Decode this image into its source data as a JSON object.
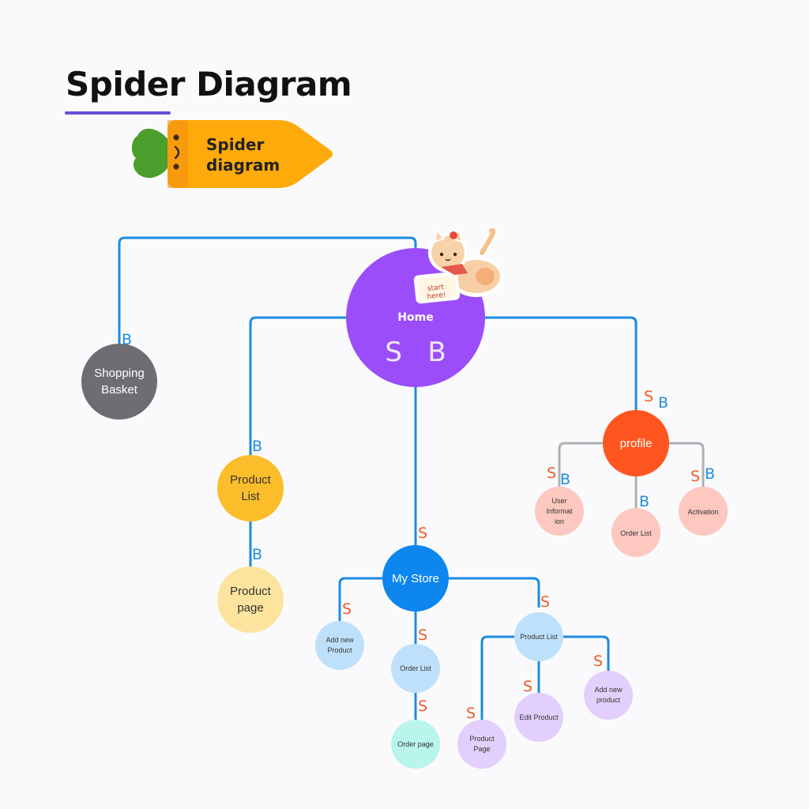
{
  "page": {
    "title": "Spider Diagram"
  },
  "tag": {
    "line1": "Spider",
    "line2": "diagram"
  },
  "sticker": {
    "line1": "start",
    "line2": "here!"
  },
  "colors": {
    "blue_line": "#1c8be0",
    "gray_line": "#b0b0b4",
    "s_mark": "#f05a28",
    "b_mark": "#1f8de0",
    "home": "#9b4dfa",
    "shopping": "#6f6d72",
    "product_list": "#fbbd29",
    "product_page": "#fde49e",
    "profile": "#ff5520",
    "profile_child": "#fcc8c0",
    "mystore": "#0d86ee",
    "store_child": "#bfe0fb",
    "order_page": "#b9f5ec",
    "purple_child": "#e2cffb"
  },
  "nodes": [
    {
      "id": "home",
      "label": "Home",
      "extra": "S   B",
      "color": "#9b4dfa",
      "text_color": "#ffffff"
    },
    {
      "id": "shopping",
      "label": "Shopping Basket",
      "color": "#6f6d72",
      "text_color": "#ffffff"
    },
    {
      "id": "product-list",
      "label": "Product List",
      "color": "#fbbd29",
      "text_color": "#333333"
    },
    {
      "id": "product-page",
      "label": "Product page",
      "color": "#fde49e",
      "text_color": "#333333"
    },
    {
      "id": "my-store",
      "label": "My Store",
      "color": "#0d86ee",
      "text_color": "#ffffff"
    },
    {
      "id": "add-new-product",
      "label": "Add new Product",
      "color": "#bfe0fb",
      "text_color": "#333333"
    },
    {
      "id": "order-list",
      "label": "Order List",
      "color": "#bfe0fb",
      "text_color": "#333333"
    },
    {
      "id": "order-page",
      "label": "Order page",
      "color": "#b9f5ec",
      "text_color": "#333333"
    },
    {
      "id": "store-product-list",
      "label": "Product List",
      "color": "#bfe0fb",
      "text_color": "#333333"
    },
    {
      "id": "store-product-page",
      "label": "Product Page",
      "color": "#e2cffb",
      "text_color": "#333333"
    },
    {
      "id": "edit-product",
      "label": "Edit Product",
      "color": "#e2cffb",
      "text_color": "#333333"
    },
    {
      "id": "store-add-new-product",
      "label": "Add new product",
      "color": "#e2cffb",
      "text_color": "#333333"
    },
    {
      "id": "profile",
      "label": "profile",
      "color": "#ff5520",
      "text_color": "#ffffff"
    },
    {
      "id": "user-information",
      "label": "User Informat ion",
      "color": "#fcc8c0",
      "text_color": "#333333"
    },
    {
      "id": "profile-order-list",
      "label": "Order List",
      "color": "#fcc8c0",
      "text_color": "#333333"
    },
    {
      "id": "activation",
      "label": "Activation",
      "color": "#fcc8c0",
      "text_color": "#333333"
    }
  ],
  "marks": [
    "B",
    "B",
    "B",
    "S",
    "S",
    "S",
    "S",
    "S",
    "S",
    "S",
    "S",
    "S",
    "B",
    "S",
    "B",
    "B",
    "S",
    "B"
  ]
}
